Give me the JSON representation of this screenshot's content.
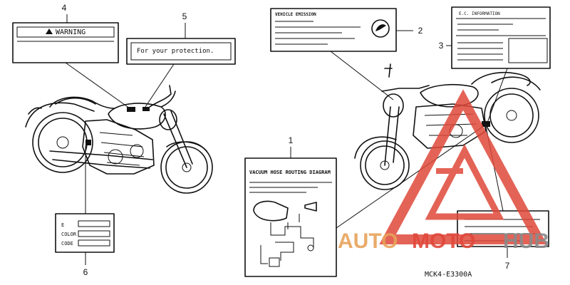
{
  "callouts": [
    "1",
    "2",
    "3",
    "4",
    "5",
    "6",
    "7"
  ],
  "labels": {
    "warning": {
      "title": "WARNING"
    },
    "protection": {
      "text": "For your protection."
    },
    "emission": {
      "title": "VEHICLE EMISSION"
    },
    "info": {
      "title": "E.C. INFORMATION"
    },
    "vacuum": {
      "title": "VACUUM HOSE ROUTING DIAGRAM"
    },
    "color": {
      "rows": [
        "E",
        "COLOR",
        "CODE"
      ]
    }
  },
  "part_code": "MCK4-E3300A",
  "watermark": {
    "auto": "AUTO",
    "moto": "MOTO",
    "hub": "HUB"
  },
  "colors": {
    "ink": "#111111",
    "watermark_red": "#e0483a",
    "watermark_gray": "#8a8a8a"
  }
}
